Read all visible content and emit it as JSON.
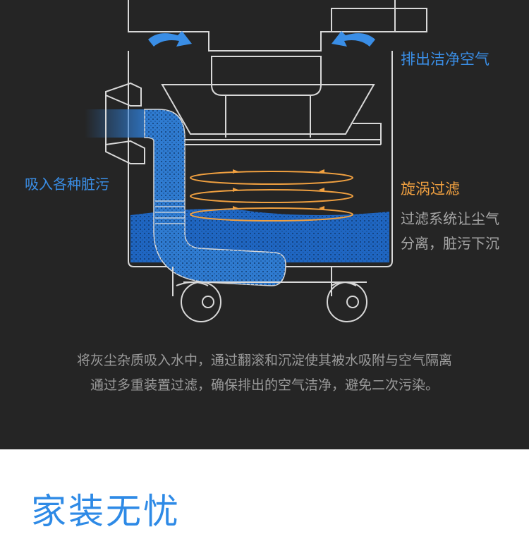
{
  "labels": {
    "exhaust": "排出洁净空气",
    "intake": "吸入各种脏污",
    "swirl_title": "旋涡过滤",
    "swirl_desc_1": "过滤系统让尘气",
    "swirl_desc_2": "分离，脏污下沉"
  },
  "caption": {
    "line1": "将灰尘杂质吸入水中，通过翻滚和沉淀使其被水吸附与空气隔离",
    "line2": "通过多重装置过滤，确保排出的空气洁净，避免二次污染。"
  },
  "section_title": "家装无忧",
  "colors": {
    "panel_bg": "#252525",
    "accent_blue": "#3a8ee6",
    "swirl_orange": "#f0a040",
    "caption_gray": "#9a9a9a",
    "title_blue": "#2e8ae6"
  }
}
